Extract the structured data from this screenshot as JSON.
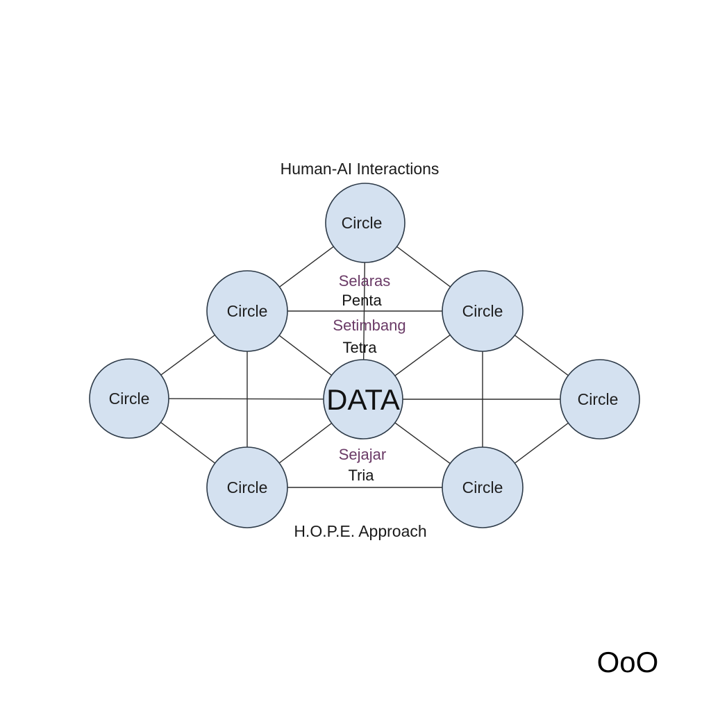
{
  "diagram": {
    "title": "Human-AI Interactions",
    "subtitle": "H.O.P.E. Approach",
    "center": {
      "label": "DATA"
    },
    "nodes": [
      {
        "id": "top",
        "label": "Circle"
      },
      {
        "id": "upper-left",
        "label": "Circle"
      },
      {
        "id": "upper-right",
        "label": "Circle"
      },
      {
        "id": "left",
        "label": "Circle"
      },
      {
        "id": "right",
        "label": "Circle"
      },
      {
        "id": "lower-left",
        "label": "Circle"
      },
      {
        "id": "lower-right",
        "label": "Circle"
      }
    ],
    "edges": [
      [
        "top",
        "upper-left"
      ],
      [
        "top",
        "upper-right"
      ],
      [
        "top",
        "center"
      ],
      [
        "upper-left",
        "upper-right"
      ],
      [
        "upper-left",
        "left"
      ],
      [
        "upper-left",
        "center"
      ],
      [
        "upper-left",
        "lower-left"
      ],
      [
        "upper-right",
        "right"
      ],
      [
        "upper-right",
        "center"
      ],
      [
        "upper-right",
        "lower-right"
      ],
      [
        "left",
        "center"
      ],
      [
        "left",
        "lower-left"
      ],
      [
        "right",
        "center"
      ],
      [
        "right",
        "lower-right"
      ],
      [
        "lower-left",
        "center"
      ],
      [
        "lower-left",
        "lower-right"
      ],
      [
        "lower-right",
        "center"
      ]
    ],
    "inner_labels": {
      "selaras": "Selaras",
      "penta": "Penta",
      "setimbang": "Setimbang",
      "tetra": "Tetra",
      "sejajar": "Sejajar",
      "tria": "Tria"
    },
    "colors": {
      "node_fill": "#d4e1f0",
      "node_stroke": "#2d3a48",
      "purple_text": "#6a3a66"
    }
  },
  "logo": {
    "text": "OoO"
  }
}
